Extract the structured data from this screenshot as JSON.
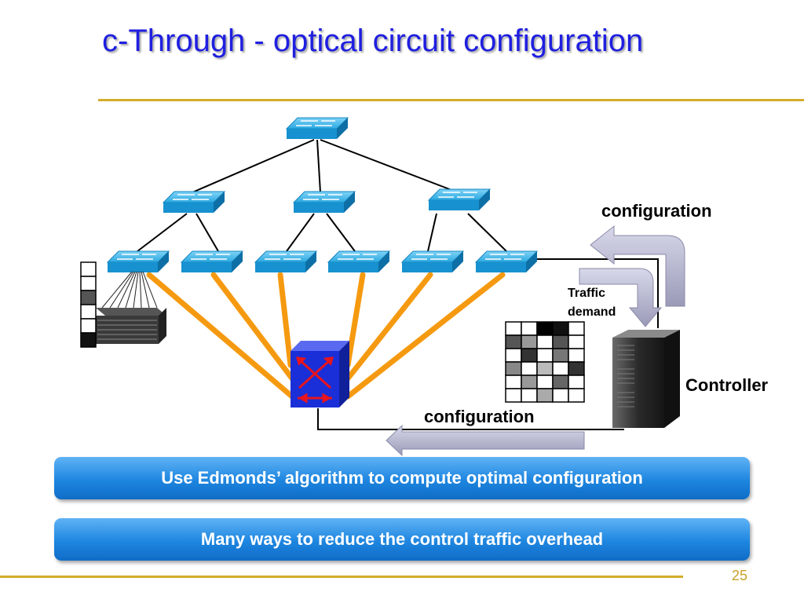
{
  "title": "c-Through - optical circuit configuration",
  "labels": {
    "configuration_top": "configuration",
    "configuration_bottom": "configuration",
    "traffic_line1": "Traffic",
    "traffic_line2": "demand",
    "controller": "Controller"
  },
  "banners": [
    "Use Edmonds’ algorithm to compute optimal configuration",
    "Many ways to reduce the control traffic overhead"
  ],
  "page_number": "25",
  "colors": {
    "title": "#1f1fe0",
    "rule": "#d4ac2a",
    "switch": "#1a9fd8",
    "optical_link": "#f59a10",
    "optical_switch": "#1a2fd8",
    "banner": "#1e86e0",
    "arrow": "#a6a6c4"
  },
  "icons": [
    "network-switch-icon",
    "optical-switch-icon",
    "server-rack-icon",
    "server-tower-icon"
  ]
}
